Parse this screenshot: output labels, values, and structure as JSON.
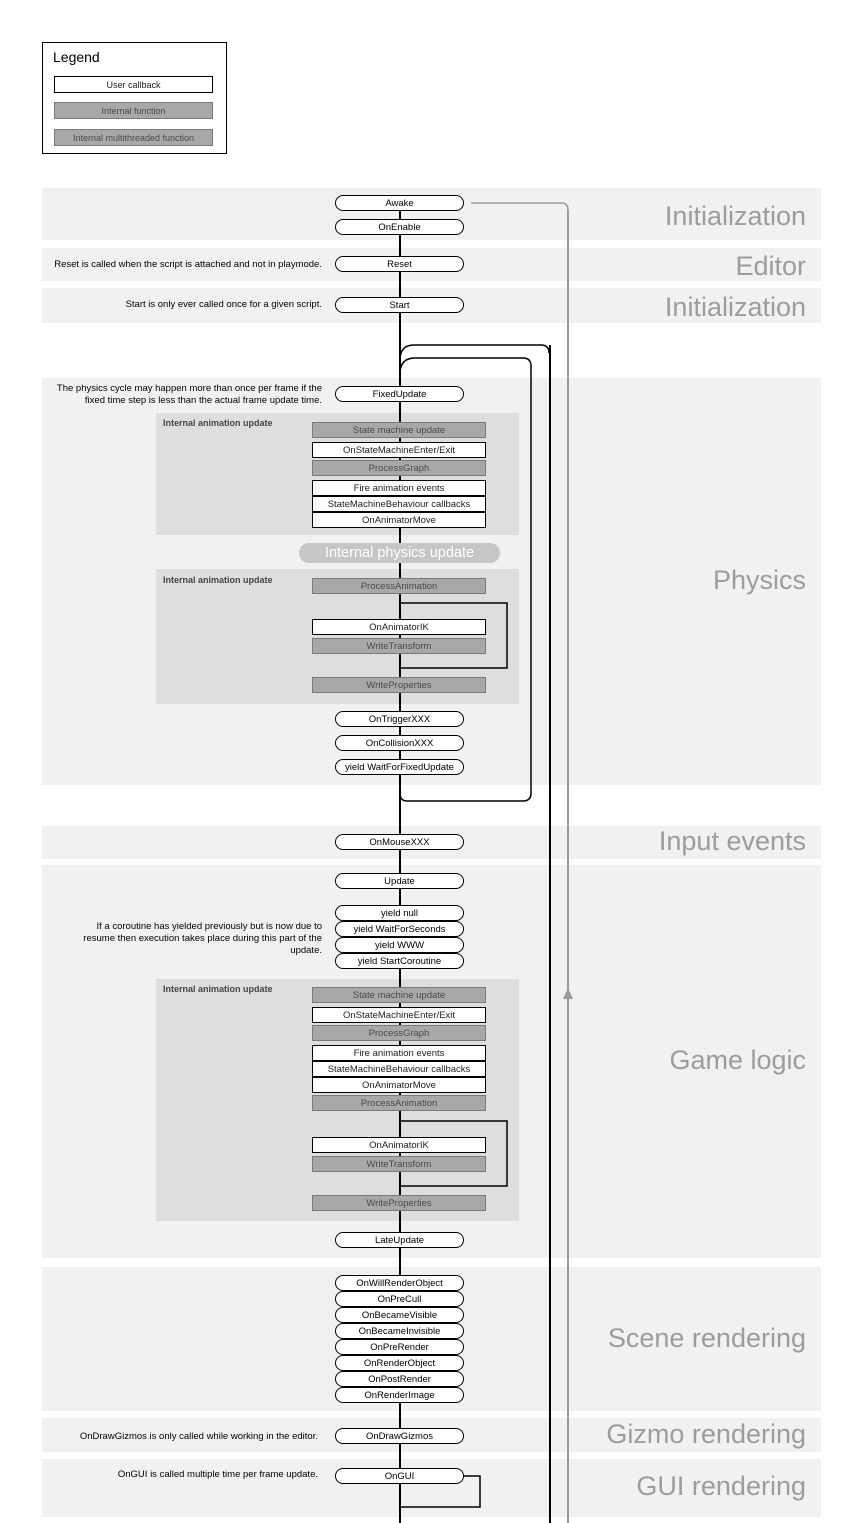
{
  "legend": {
    "title": "Legend",
    "user_callback": "User callback",
    "internal_function": "Internal function",
    "internal_multithreaded": "Internal multithreaded function"
  },
  "sections": {
    "init1": "Initialization",
    "editor": "Editor",
    "init2": "Initialization",
    "physics": "Physics",
    "input": "Input events",
    "game": "Game logic",
    "scene": "Scene rendering",
    "gizmo": "Gizmo rendering",
    "gui": "GUI rendering"
  },
  "notes": {
    "reset": "Reset is called when the script is attached and not in playmode.",
    "start": "Start is only ever called once for a given script.",
    "physics": "The physics cycle may happen more than once per frame if the fixed time step is less than the actual frame update time.",
    "coroutine": "If a coroutine has yielded previously but is now due to resume then execution takes place during this part of the update.",
    "gizmos": "OnDrawGizmos is only called while working in the editor.",
    "gui": "OnGUI is called multiple time per frame update."
  },
  "nodes": {
    "awake": "Awake",
    "onenable": "OnEnable",
    "reset": "Reset",
    "start": "Start",
    "fixedupdate": "FixedUpdate",
    "ontrigger": "OnTriggerXXX",
    "oncollision": "OnCollisionXXX",
    "yield_fixed": "yield WaitForFixedUpdate",
    "onmouse": "OnMouseXXX",
    "update": "Update",
    "yield_null": "yield null",
    "yield_seconds": "yield WaitForSeconds",
    "yield_www": "yield WWW",
    "yield_coroutine": "yield StartCoroutine",
    "lateupdate": "LateUpdate",
    "onwillrender": "OnWillRenderObject",
    "onprecull": "OnPreCull",
    "onbecamevisible": "OnBecameVisible",
    "onbecameinvisible": "OnBecameInvisible",
    "onprerender": "OnPreRender",
    "onrenderobject": "OnRenderObject",
    "onpostrender": "OnPostRender",
    "onrenderimage": "OnRenderImage",
    "ondrawgizmos": "OnDrawGizmos",
    "ongui": "OnGUI"
  },
  "anim1": {
    "label": "Internal animation update",
    "state_machine": "State machine update",
    "enter_exit": "OnStateMachineEnter/Exit",
    "process_graph": "ProcessGraph",
    "fire_events": "Fire animation events",
    "behaviour": "StateMachineBehaviour callbacks",
    "animator_move": "OnAnimatorMove"
  },
  "physics_update": "Internal physics update",
  "anim2": {
    "label": "Internal animation update",
    "process_animation": "ProcessAnimation",
    "animator_ik": "OnAnimatorIK",
    "write_transform": "WriteTransform",
    "write_properties": "WriteProperties"
  },
  "anim3": {
    "label": "Internal animation update",
    "state_machine": "State machine update",
    "enter_exit": "OnStateMachineEnter/Exit",
    "process_graph": "ProcessGraph",
    "fire_events": "Fire animation events",
    "behaviour": "StateMachineBehaviour callbacks",
    "animator_move": "OnAnimatorMove",
    "process_animation": "ProcessAnimation",
    "animator_ik": "OnAnimatorIK",
    "write_transform": "WriteTransform",
    "write_properties": "WriteProperties"
  },
  "colors": {
    "band": "#f1f1f1",
    "internal": "#a8a8a8",
    "anim_block": "#dedede",
    "section_text": "#9c9c9c",
    "loop_grey": "#9b9b9b"
  }
}
